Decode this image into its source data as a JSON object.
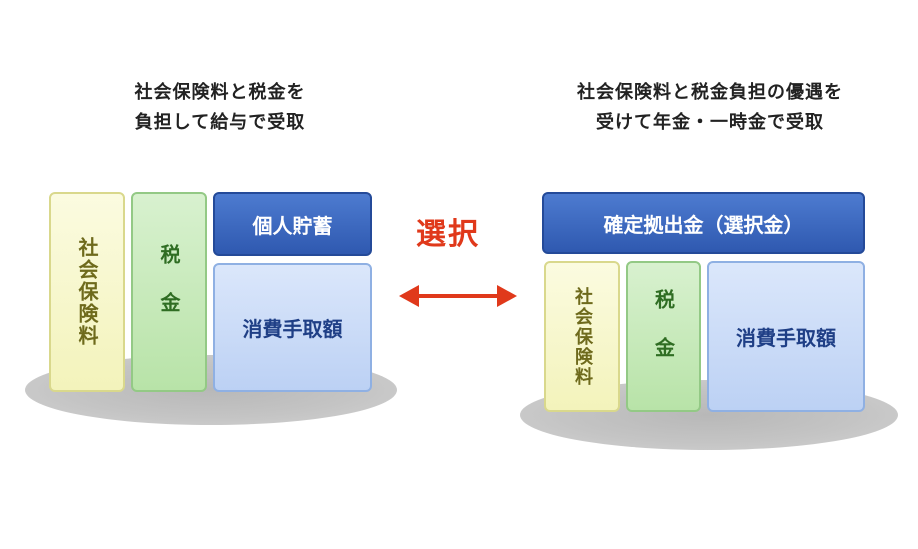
{
  "left": {
    "caption_line1": "社会保険料と税金を",
    "caption_line2": "負担して給与で受取",
    "boxes": {
      "social_insurance": "社会保険料",
      "tax": "税金",
      "savings": "個人貯蓄",
      "take_home": "消費手取額"
    }
  },
  "right": {
    "caption_line1": "社会保険料と税金負担の優遇を",
    "caption_line2": "受けて年金・一時金で受取",
    "boxes": {
      "dc_plan": "確定拠出金（選択金）",
      "social_insurance": "社会保険料",
      "tax": "税金",
      "take_home": "消費手取額"
    }
  },
  "choice_label": "選択",
  "colors": {
    "arrow": "#e0391b",
    "dark_blue": "#2f59b0",
    "light_blue": "#bcd1f4",
    "green": "#b8e3a8",
    "yellow": "#f3f3bb"
  }
}
